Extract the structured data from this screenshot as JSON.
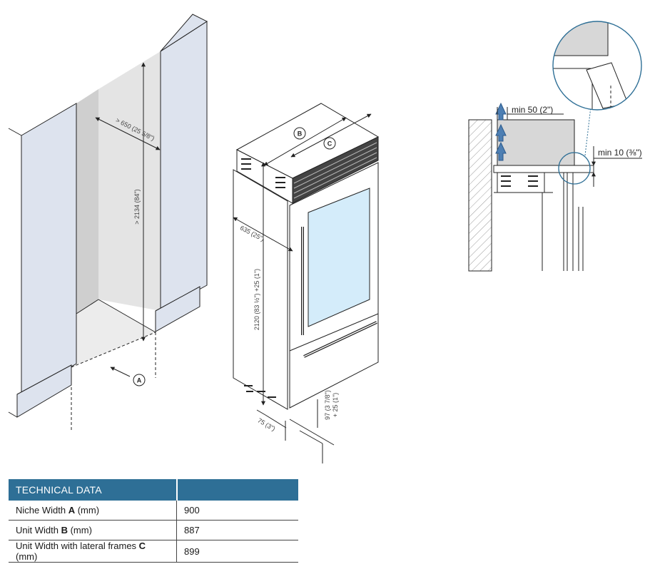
{
  "diagram": {
    "niche": {
      "depth_label": "> 650 (25 5/8\")",
      "height_label": "> 2134 (84\")",
      "width_marker": "A"
    },
    "appliance": {
      "marker_b": "B",
      "marker_c": "C",
      "depth_label": "635 (25\")",
      "height_label": "2120 (83 ½\") +25 (1\")",
      "base_depth_label": "75 (3\")",
      "plinth_label": "97 (3 7/8\")",
      "plinth_extra_label": "+ 25 (1\")"
    },
    "ventilation": {
      "top_gap_label": "min 50 (2\")",
      "side_gap_label": "min 10 (⅜\")"
    }
  },
  "technical_data": {
    "header": "TECHNICAL DATA",
    "rows": [
      {
        "label_prefix": "Niche Width ",
        "label_letter": "A",
        "label_suffix": " (mm)",
        "value": "900"
      },
      {
        "label_prefix": "Unit Width ",
        "label_letter": "B",
        "label_suffix": " (mm)",
        "value": "887"
      },
      {
        "label_prefix": "Unit Width with lateral frames ",
        "label_letter": "C",
        "label_suffix": " (mm)",
        "value": "899"
      }
    ]
  },
  "colors": {
    "panel_blue": "#dde3ee",
    "back_grey": "#e4e4e4",
    "header_blue": "#2e6f96",
    "glass_blue": "#d4ecfa",
    "arrow_blue": "#4e7fb3"
  }
}
